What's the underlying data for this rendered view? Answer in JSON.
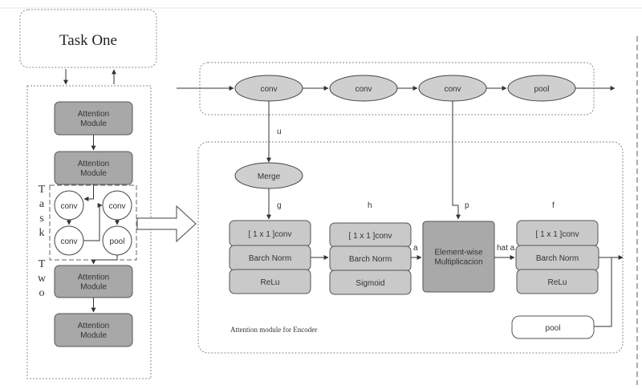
{
  "task_one": {
    "title": "Task One"
  },
  "task_two": {
    "letters": [
      "T",
      "a",
      "s",
      "k",
      "T",
      "w",
      "o"
    ],
    "modules": [
      "Attention\nModule",
      "Attention\nModule",
      "Attention\nModule",
      "Attention\nModule"
    ],
    "mini": {
      "conv1": "conv",
      "conv2": "conv",
      "conv3": "conv",
      "pool": "pool"
    }
  },
  "encoder_row": {
    "conv1": "conv",
    "conv2": "conv",
    "conv3": "conv",
    "pool": "pool"
  },
  "attention": {
    "caption": "Attention module for Encoder",
    "merge": "Merge",
    "labels": {
      "u": "u",
      "g": "g",
      "h": "h",
      "p": "p",
      "f": "f",
      "a": "a",
      "hat_a": "hat a"
    },
    "block_g": [
      "[ 1 x 1 ]conv",
      "Barch Norm",
      "ReLu"
    ],
    "block_h": [
      "[ 1 x 1 ]conv",
      "Barch Norm",
      "Sigmoid"
    ],
    "elementwise": "Element-wise\nMultiplicacion",
    "block_f": [
      "[ 1 x 1 ]conv",
      "Barch Norm",
      "ReLu"
    ],
    "pool": "pool"
  },
  "colors": {
    "module_fill": "#a8a8a8",
    "ellipse_fill": "#cfcfcf",
    "block_fill": "#c9c9c9",
    "elementwise_fill": "#a9a9a9",
    "line": "#333333",
    "dashed": "#777777"
  }
}
